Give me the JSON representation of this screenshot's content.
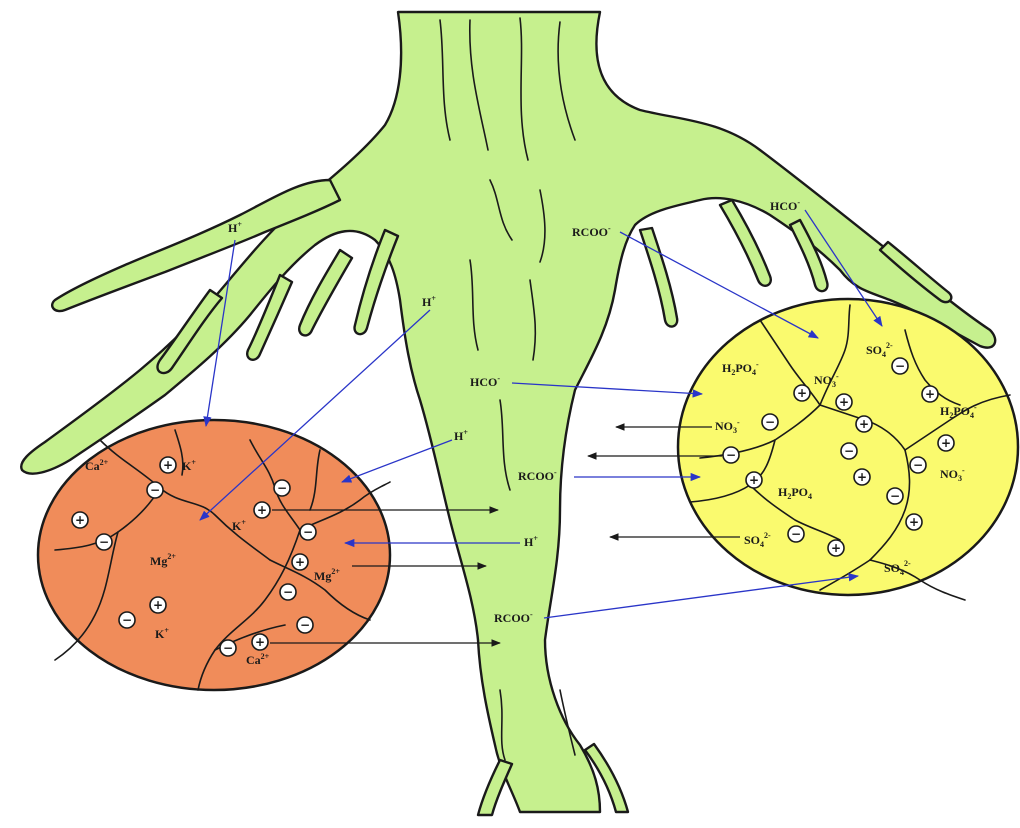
{
  "colors": {
    "root_fill": "#c6f08e",
    "left_particle_fill": "#f08c5a",
    "right_particle_fill": "#fafa6e",
    "blue_arrow": "#2a35c8",
    "black_arrow": "#1a1a1a"
  },
  "root_labels": {
    "h_upper_left": "H",
    "h_upper_left_sup": "+",
    "h_middle": "H",
    "h_middle_sup": "+",
    "h_lower": "H",
    "h_lower_sup": "+",
    "h_exchange": "H",
    "h_exchange_sup": "+",
    "rcoo_top": "RCOO",
    "rcoo_top_sup": "-",
    "hco_top_right": "HCO",
    "hco_top_right_sup": "-",
    "hco_middle": "HCO",
    "hco_middle_sup": "-",
    "rcoo_middle": "RCOO",
    "rcoo_middle_sup": "-",
    "rcoo_bottom": "RCOO",
    "rcoo_bottom_sup": "-"
  },
  "left_particle": {
    "ca_top": "Ca",
    "ca_top_sup": "2+",
    "k_top": "K",
    "k_top_sup": "+",
    "k_center": "K",
    "k_center_sup": "+",
    "mg_center": "Mg",
    "mg_center_sup": "2+",
    "mg_right": "Mg",
    "mg_right_sup": "2+",
    "k_bottom": "K",
    "k_bottom_sup": "+",
    "ca_bottom": "Ca",
    "ca_bottom_sup": "2+"
  },
  "right_particle": {
    "h2po4_top": "H",
    "h2po4_top_sub1": "2",
    "h2po4_top_mid": "PO",
    "h2po4_top_sub2": "4",
    "h2po4_top_sup": "-",
    "no3_top": "NO",
    "no3_top_sub": "3",
    "no3_top_sup": "-",
    "so4_top": "SO",
    "so4_top_sub": "4",
    "so4_top_sup": "2-",
    "h2po4_right": "H",
    "h2po4_right_sub1": "2",
    "h2po4_right_mid": "PO",
    "h2po4_right_sub2": "4",
    "h2po4_right_sup": "-",
    "no3_left": "NO",
    "no3_left_sub": "3",
    "no3_left_sup": "-",
    "no3_right": "NO",
    "no3_right_sub": "3",
    "no3_right_sup": "-",
    "h2po4_center": "H",
    "h2po4_center_sub1": "2",
    "h2po4_center_mid": "PO",
    "h2po4_center_sub2": "4",
    "so4_left": "SO",
    "so4_left_sub": "4",
    "so4_left_sup": "2-",
    "so4_bottom": "SO",
    "so4_bottom_sub": "4",
    "so4_bottom_sup": "2-"
  },
  "charges": {
    "plus": "+",
    "minus": "−"
  }
}
